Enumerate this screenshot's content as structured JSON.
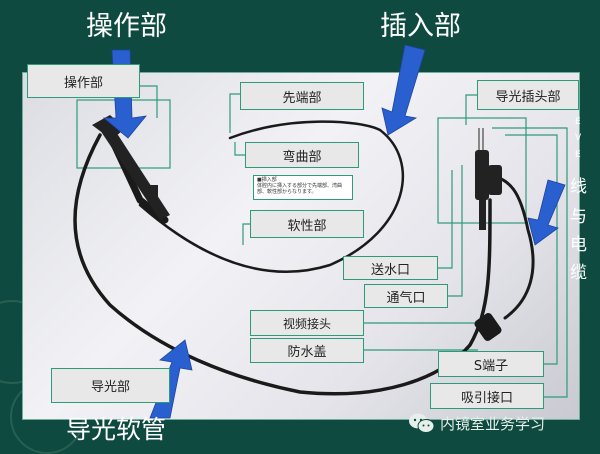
{
  "titles": {
    "control_section": "操作部",
    "insertion_section": "插入部",
    "light_guide_tube": "导光软管"
  },
  "labels": {
    "control": "操作部",
    "distal_end": "先端部",
    "bending": "弯曲部",
    "flexible": "软性部",
    "light_guide_plug": "导光插头部",
    "water_port": "送水口",
    "air_port": "通气口",
    "video_connector": "视频接头",
    "waterproof_cap": "防水盖",
    "light_guide": "导光部",
    "s_terminal": "S端子",
    "suction_port": "吸引接口"
  },
  "note": {
    "heading": "■挿入部",
    "body": "体腔内に挿入する部分で先端部、湾曲部、軟性部からなります。"
  },
  "side_text": [
    "E",
    "V",
    "E",
    "线",
    "与",
    "电",
    "缆"
  ],
  "watermark": {
    "text": "内镜室业务学习",
    "icon": "wechat-icon"
  },
  "colors": {
    "background": "#0e4a40",
    "arrow": "#2a5fd0",
    "leader": "#2f9a7a"
  }
}
